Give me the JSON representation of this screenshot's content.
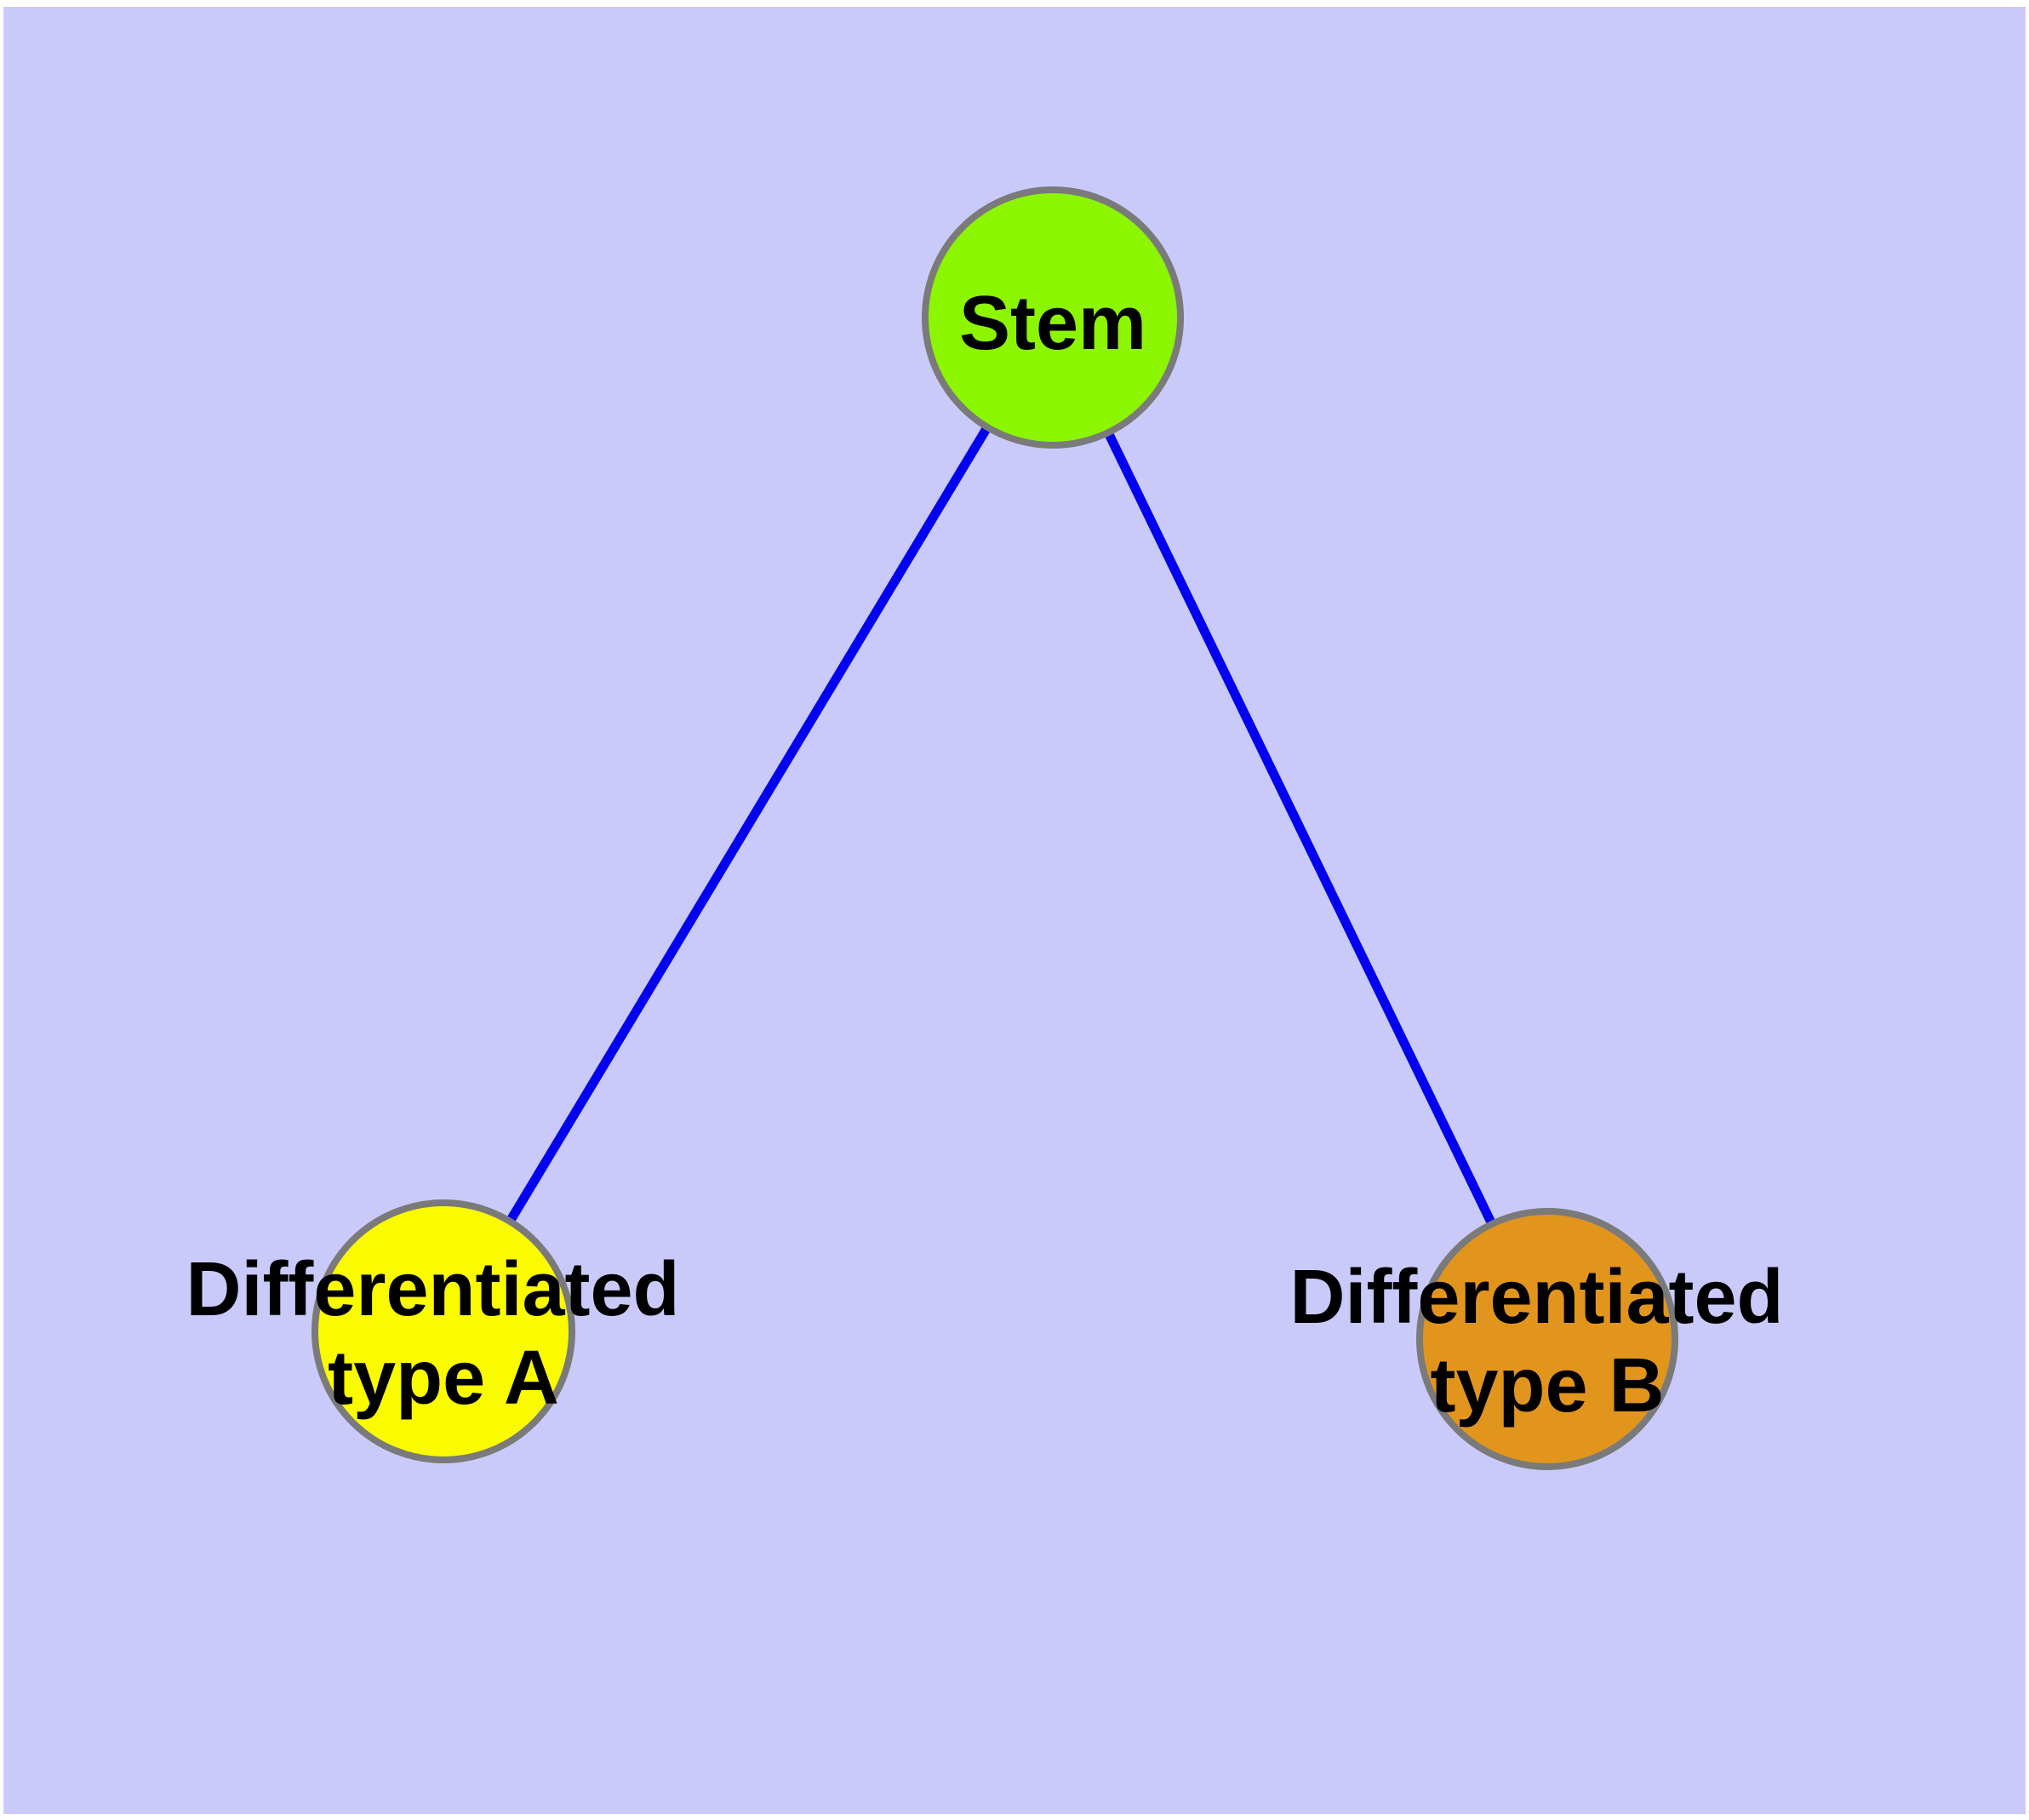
{
  "diagram": {
    "type": "graph",
    "nodes": [
      {
        "id": "stem",
        "label": "Stem",
        "line1": "Stem",
        "line2": "",
        "fill": "#8CF500",
        "stroke": "#7A7A7A"
      },
      {
        "id": "type-a",
        "label": "Differentiated type A",
        "line1": "Differentiated",
        "line2": "type A",
        "fill": "#FBFB00",
        "stroke": "#7A7A7A"
      },
      {
        "id": "type-b",
        "label": "Differentiated type B",
        "line1": "Differentiated",
        "line2": "type B",
        "fill": "#E2951D",
        "stroke": "#7A7A7A"
      }
    ],
    "edges": [
      {
        "from": "Stem",
        "to": "Differentiated type A"
      },
      {
        "from": "Stem",
        "to": "Differentiated type B"
      }
    ],
    "colors": {
      "page": "#FFFFFF",
      "background": "#CACAFA",
      "edge": "#0202EE",
      "node_border": "#7A7A7A",
      "text": "#000000"
    }
  }
}
